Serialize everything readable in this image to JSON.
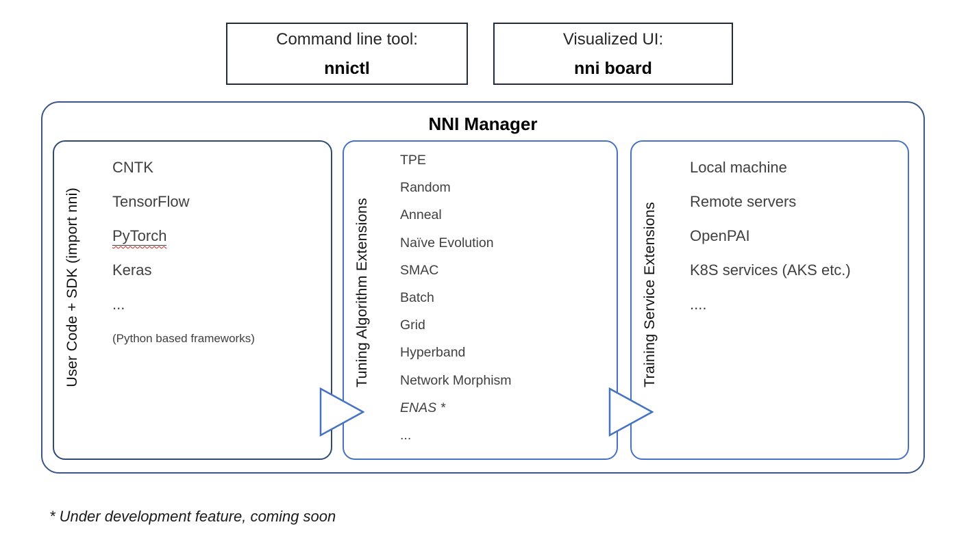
{
  "top_boxes": [
    {
      "line1": "Command line tool:",
      "line2": "nnictl"
    },
    {
      "line1": "Visualized UI:",
      "line2": "nni board"
    }
  ],
  "manager": {
    "title": "NNI Manager",
    "panels": [
      {
        "label": "User Code + SDK (import nni)",
        "items": [
          "CNTK",
          "TensorFlow",
          "PyTorch",
          "Keras",
          "..."
        ],
        "note": "(Python based frameworks)"
      },
      {
        "label": "Tuning Algorithm Extensions",
        "items": [
          "TPE",
          "Random",
          "Anneal",
          "Naïve Evolution",
          "SMAC",
          "Batch",
          "Grid",
          "Hyperband",
          "Network Morphism",
          "ENAS *",
          "..."
        ]
      },
      {
        "label": "Training Service Extensions",
        "items": [
          "Local machine",
          "Remote servers",
          "OpenPAI",
          "K8S services (AKS etc.)",
          "...."
        ]
      }
    ]
  },
  "footnote": "* Under development feature, coming soon",
  "colors": {
    "outer_border": "#3a5586",
    "panel_dark_border": "#2e4a74",
    "panel_blue_border": "#4472c4",
    "top_box_border": "#232b3a",
    "arrow_stroke": "#4472c4",
    "squiggle_red": "#cc1f1f"
  }
}
